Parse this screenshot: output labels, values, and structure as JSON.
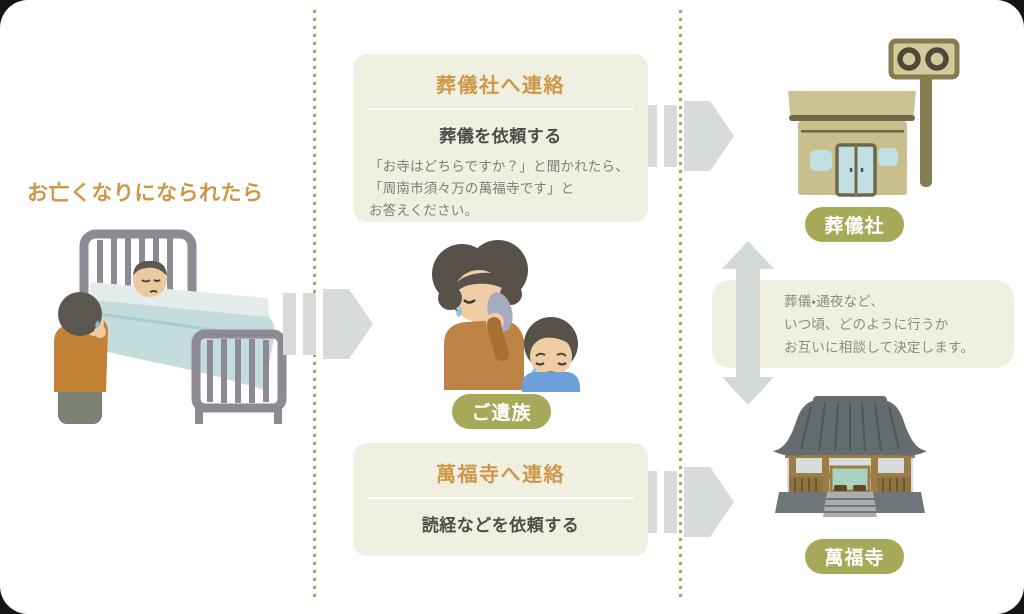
{
  "page": {
    "title_left": "お亡くなりになられたら"
  },
  "boxes": {
    "funeral_contact": {
      "title": "葬儀社へ連絡",
      "subtitle": "葬儀を依頼する",
      "body_lines": [
        "「お寺はどちらですか？」と聞かれたら、",
        "「周南市須々万の萬福寺です」と",
        "お答えください。"
      ]
    },
    "temple_contact": {
      "title": "萬福寺へ連絡",
      "subtitle": "読経などを依頼する"
    }
  },
  "labels": {
    "family": "ご遺族",
    "funeral_company": "葬儀社",
    "temple": "萬福寺"
  },
  "note": {
    "lines": [
      "葬儀・通夜など、",
      "いつ頃、どのように行うか",
      "お互いに相談して決定します。"
    ]
  },
  "colors": {
    "accent": "#cf9748",
    "olive": "#a6aa58",
    "box-bg": "#eff0e2",
    "arrow": "#d7dcd8",
    "dot": "#a4a85e",
    "subtitle": "#4e4e4c",
    "body-text": "#7f7f79",
    "note-text": "#8c8c82"
  }
}
